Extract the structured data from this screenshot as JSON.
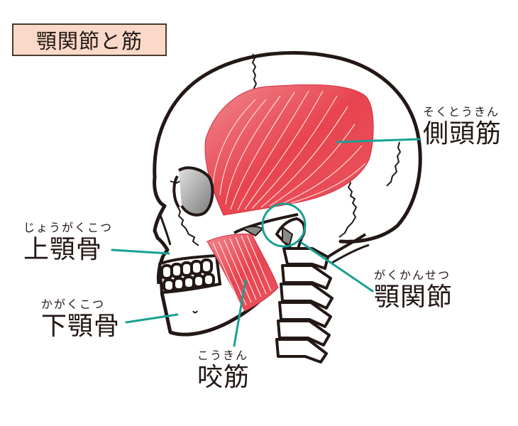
{
  "title": "顎関節と筋",
  "colors": {
    "title_bg": "#fad9c8",
    "title_border": "#4a3a32",
    "muscle": "#e8444f",
    "muscle_light": "#f08890",
    "leader_line": "#1aa093",
    "outline": "#231815",
    "gray_fill": "#9a9a9a"
  },
  "labels": {
    "temporalis": {
      "ruby": "そくとうきん",
      "text": "側頭筋"
    },
    "maxilla": {
      "ruby": "じょうがくこつ",
      "text": "上顎骨"
    },
    "mandible": {
      "ruby": "かがくこつ",
      "text": "下顎骨"
    },
    "tmj": {
      "ruby": "がくかんせつ",
      "text": "顎関節"
    },
    "masseter": {
      "ruby": "こうきん",
      "text": "咬筋"
    }
  }
}
